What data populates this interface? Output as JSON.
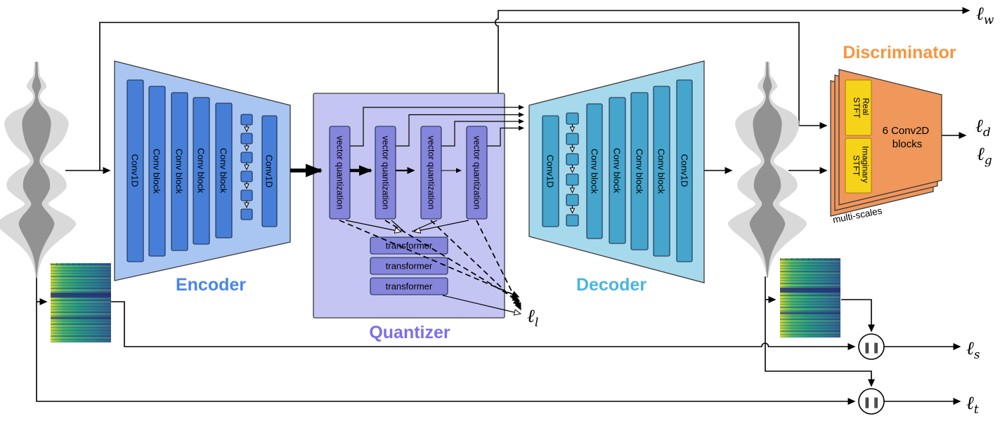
{
  "diagram": {
    "encoder": {
      "label": "Encoder",
      "layers": [
        "Conv1D",
        "Conv block",
        "Conv block",
        "Conv block",
        "Conv block",
        "Conv1D"
      ]
    },
    "quantizer": {
      "label": "Quantizer",
      "vq": [
        "vector quantization",
        "vector quantization",
        "vector quantization",
        "vector quantization"
      ],
      "transformers": [
        "transformer",
        "transformer",
        "transformer"
      ]
    },
    "decoder": {
      "label": "Decoder",
      "layers": [
        "Conv1D",
        "Conv block",
        "Conv block",
        "Conv block",
        "Conv block",
        "Conv1D"
      ]
    },
    "discriminator": {
      "label": "Discriminator",
      "stft_real": [
        "Real",
        "STFT"
      ],
      "stft_imaginary": [
        "Imaginary",
        "STFT"
      ],
      "body": [
        "6 Conv2D",
        "blocks"
      ],
      "footnote": "multi-scales"
    },
    "losses": {
      "w": [
        "ℓ",
        "w"
      ],
      "d": [
        "ℓ",
        "d"
      ],
      "g": [
        "ℓ",
        "g"
      ],
      "l": [
        "ℓ",
        "l"
      ],
      "s": [
        "ℓ",
        "s"
      ],
      "t": [
        "ℓ",
        "t"
      ]
    },
    "operators": {
      "concat_spectral": "‖ ‖",
      "concat_time": "‖ ‖"
    }
  },
  "colors": {
    "encoder_fill": "#a9c6f2",
    "encoder_bar": "#477fd8",
    "encoder_label": "#4a86e8",
    "quantizer_fill": "#c5c5f3",
    "vq_fill": "#8585dc",
    "quantizer_label": "#7a70e6",
    "decoder_fill": "#a6d9ec",
    "decoder_bar": "#45a5cd",
    "decoder_label": "#49b5de",
    "discriminator_fill": "#f0975c",
    "discriminator_label": "#f6953f",
    "stft_fill": "#f5d319",
    "waveform_outer": "#cccccc",
    "waveform_inner": "#8e8e8e",
    "wire": "#000000"
  }
}
